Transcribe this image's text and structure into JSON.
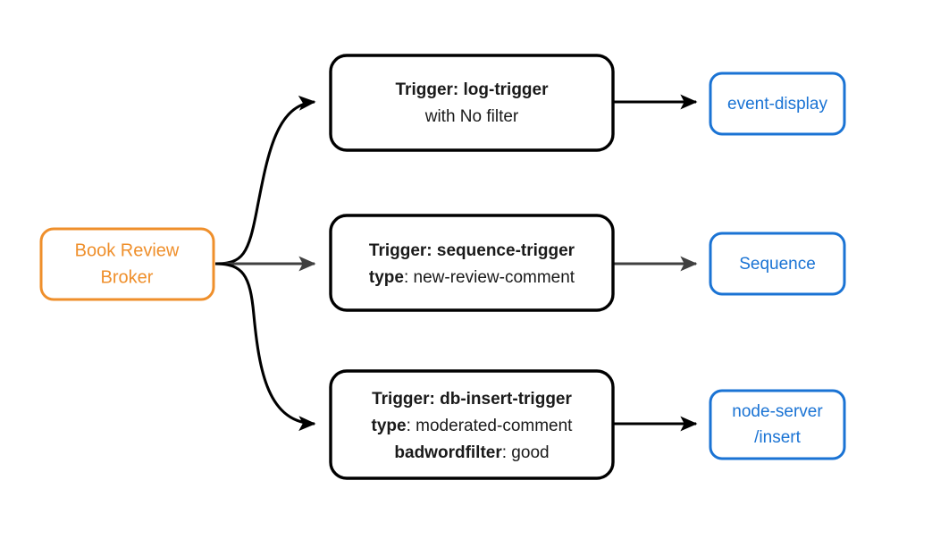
{
  "diagram": {
    "type": "flowchart",
    "direction": "left-to-right",
    "background_color": "#ffffff",
    "colors": {
      "broker_accent": "#ef8f2b",
      "target_accent": "#1a73d4",
      "trigger_border": "#000000",
      "edge_black": "#000000",
      "edge_gray": "#404040",
      "node_fill": "#ffffff"
    }
  },
  "source": {
    "name": "book-review-broker",
    "line1": "Book Review",
    "line2": "Broker"
  },
  "triggers": [
    {
      "id": "log-trigger",
      "line1_bold": "Trigger: log-trigger",
      "line2_bold": "",
      "line2_rest": "with No filter",
      "line3_bold": "",
      "line3_rest": ""
    },
    {
      "id": "sequence-trigger",
      "line1_bold": "Trigger: sequence-trigger",
      "line2_bold": "type",
      "line2_rest": ": new-review-comment",
      "line3_bold": "",
      "line3_rest": ""
    },
    {
      "id": "db-insert-trigger",
      "line1_bold": "Trigger: db-insert-trigger",
      "line2_bold": "type",
      "line2_rest": ": moderated-comment",
      "line3_bold": "badwordfilter",
      "line3_rest": ": good"
    }
  ],
  "targets": [
    {
      "id": "event-display",
      "line1": "event-display",
      "line2": ""
    },
    {
      "id": "sequence",
      "line1": "Sequence",
      "line2": ""
    },
    {
      "id": "node-server-insert",
      "line1": "node-server",
      "line2": "/insert"
    }
  ]
}
